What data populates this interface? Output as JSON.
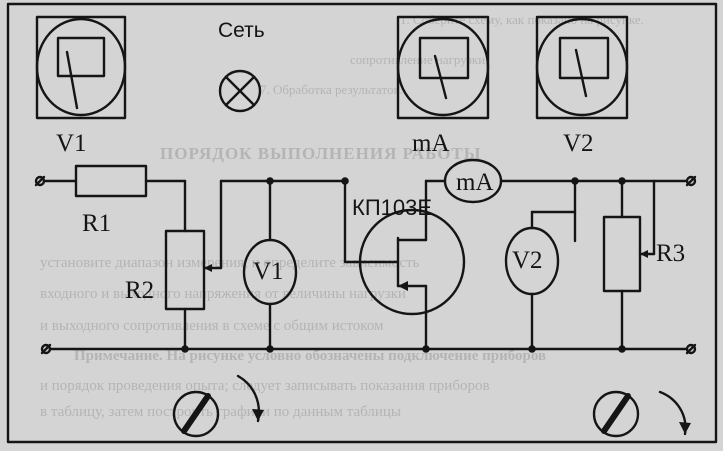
{
  "labels": {
    "voltmeter1_panel": "V1",
    "mains": "Сеть",
    "milliammeter_panel": "mA",
    "voltmeter2_panel": "V2",
    "resistor1": "R1",
    "resistor2": "R2",
    "resistor3": "R3",
    "voltmeter1_circuit": "V1",
    "voltmeter2_circuit": "V2",
    "milliammeter_circuit": "mA",
    "transistor": "КП103Е"
  },
  "background_text": {
    "title": "ПОРЯДОК ВЫПОЛНЕНИЯ РАБОТЫ",
    "line_a": "1. Соберите схему, как показано на рисунке.",
    "line_b": "сопротивление нагрузки,",
    "line_c": "7. Обработка результатов.",
    "body_1": "установите диапазон измерения, и определите зависимость",
    "body_2": "входного и выходного напряжения от величины нагрузки",
    "body_3": "и выходного сопротивления в схеме с общим истоком",
    "body_4": "Примечание. На рисунке условно обозначены подключение приборов",
    "body_5": "и порядок проведения опыта; следует записывать показания приборов",
    "body_6": "в таблицу, затем построить графики по данным таблицы"
  }
}
